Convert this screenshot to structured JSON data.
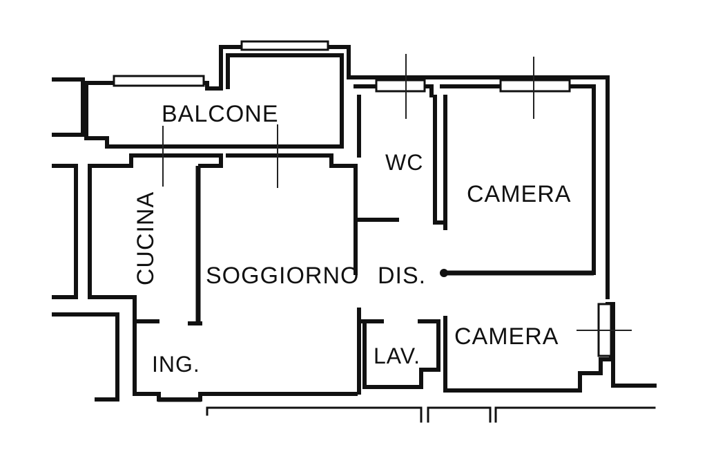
{
  "floorplan": {
    "rooms": {
      "balcone": "BALCONE",
      "cucina": "CUCINA",
      "soggiorno": "SOGGIORNO",
      "ingresso": "ING.",
      "wc": "WC",
      "disimpegno": "DIS.",
      "lavanderia": "LAV.",
      "camera_1": "CAMERA",
      "camera_2": "CAMERA"
    },
    "colors": {
      "ink": "#111111",
      "background": "#ffffff"
    }
  }
}
